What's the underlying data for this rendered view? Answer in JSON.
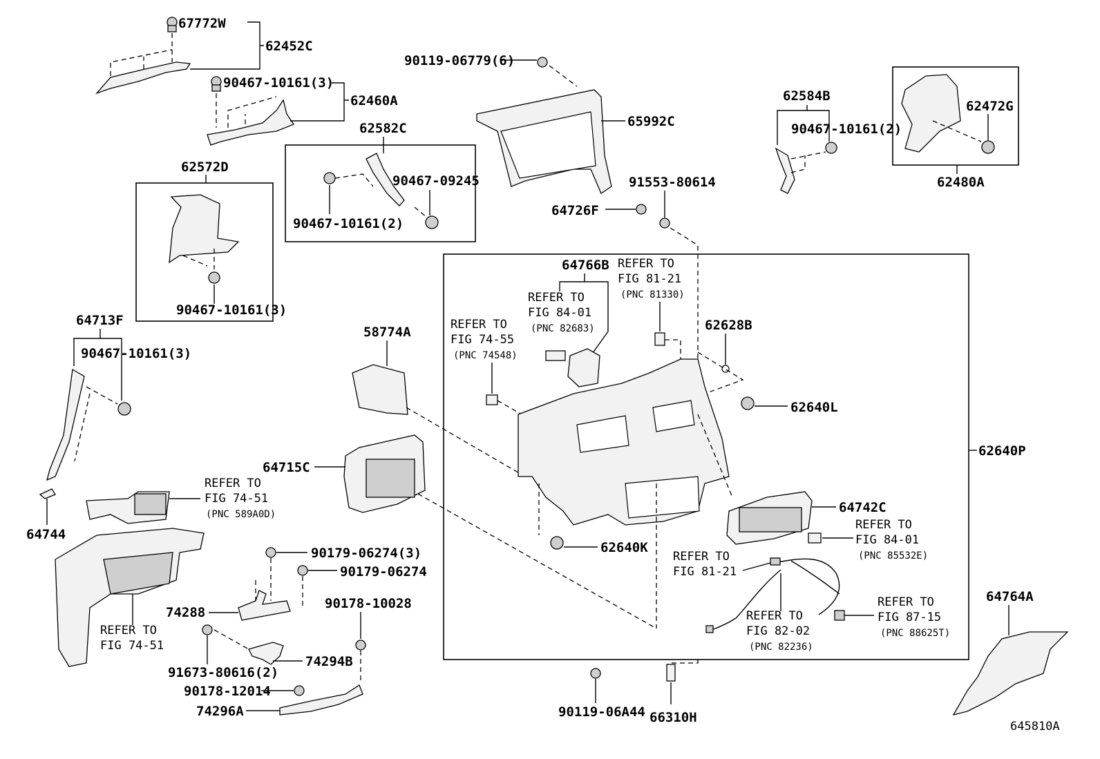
{
  "diagram": {
    "footer_code": "645810A",
    "labels": {
      "p67772W": "67772W",
      "p62452C": "62452C",
      "p90467_10161_3_top": "90467-10161(3)",
      "p62460A": "62460A",
      "p90119_06779": "90119-06779(6)",
      "p65992C": "65992C",
      "p62584B": "62584B",
      "p90467_10161_2_right": "90467-10161(2)",
      "p62472G": "62472G",
      "p62480A": "62480A",
      "p62582C": "62582C",
      "p90467_09245": "90467-09245",
      "p90467_10161_2_mid": "90467-10161(2)",
      "p62572D": "62572D",
      "p90467_10161_3_box": "90467-10161(3)",
      "p91553_80614": "91553-80614",
      "p64726F": "64726F",
      "p64713F": "64713F",
      "p90467_10161_3_left": "90467-10161(3)",
      "p64744": "64744",
      "p58774A": "58774A",
      "p64715C": "64715C",
      "p64766B": "64766B",
      "p62628B": "62628B",
      "p62640L": "62640L",
      "p62640P": "62640P",
      "p64742C": "64742C",
      "p62640K": "62640K",
      "p90179_06274_3": "90179-06274(3)",
      "p90179_06274": "90179-06274",
      "p74288": "74288",
      "p90178_10028": "90178-10028",
      "p91673_80616": "91673-80616(2)",
      "p74294B": "74294B",
      "p90178_12014": "90178-12014",
      "p74296A": "74296A",
      "p90119_06A44": "90119-06A44",
      "p66310H": "66310H",
      "p64764A": "64764A"
    },
    "refs": {
      "r1": {
        "line1": "REFER TO",
        "line2": "FIG 81-21",
        "line3": "(PNC 81330)"
      },
      "r2": {
        "line1": "REFER TO",
        "line2": "FIG 84-01",
        "line3": "(PNC 82683)"
      },
      "r3": {
        "line1": "REFER TO",
        "line2": "FIG 74-55",
        "line3": "(PNC 74548)"
      },
      "r4": {
        "line1": "REFER TO",
        "line2": "FIG 74-51",
        "line3": "(PNC 589A0D)"
      },
      "r5": {
        "line1": "REFER TO",
        "line2": "FIG 74-51"
      },
      "r6": {
        "line1": "REFER TO",
        "line2": "FIG 84-01",
        "line3": "(PNC 85532E)"
      },
      "r7": {
        "line1": "REFER TO",
        "line2": "FIG 81-21"
      },
      "r8": {
        "line1": "REFER TO",
        "line2": "FIG 82-02",
        "line3": "(PNC 82236)"
      },
      "r9": {
        "line1": "REFER TO",
        "line2": "FIG 87-15",
        "line3": "(PNC 88625T)"
      }
    }
  }
}
